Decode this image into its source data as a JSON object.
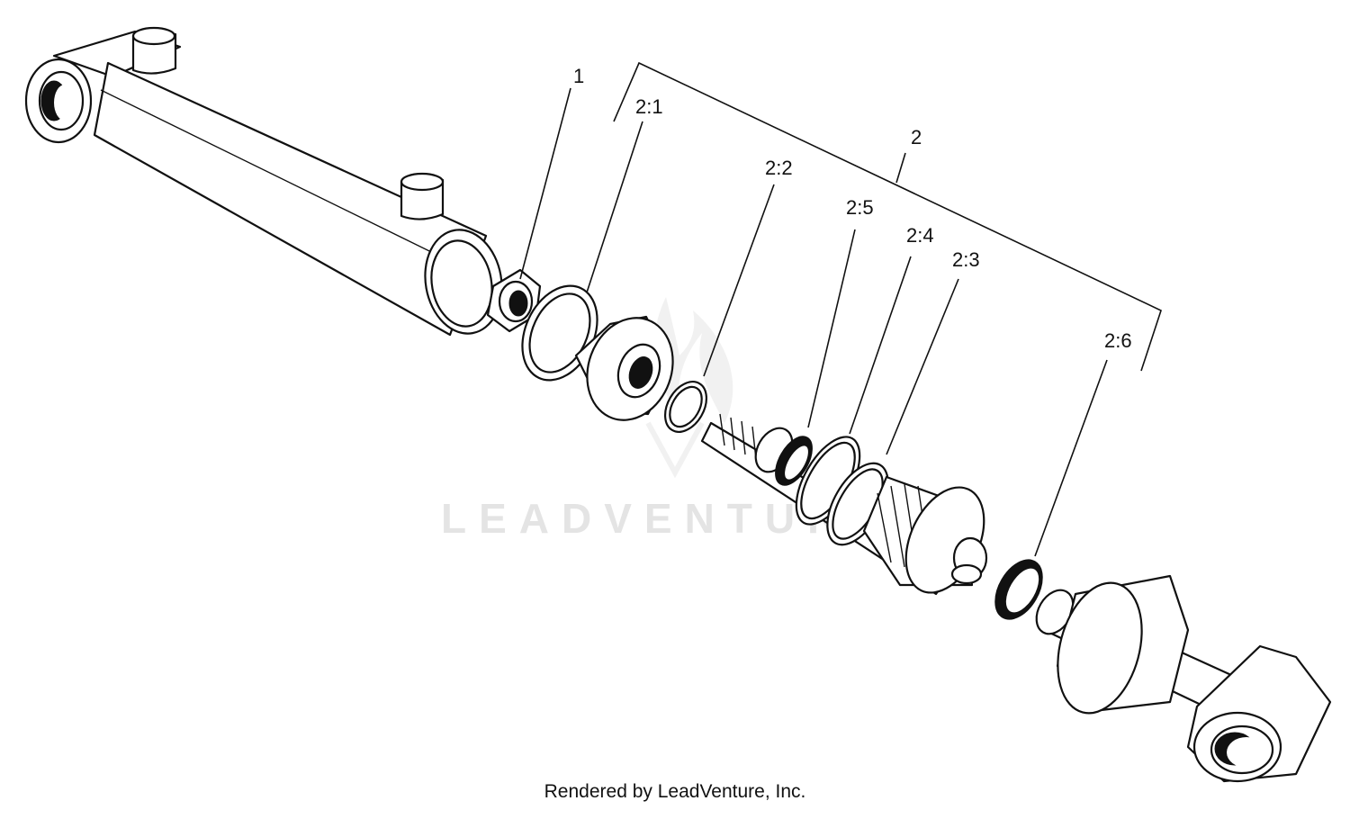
{
  "diagram": {
    "watermark": "LEADVENTURE",
    "credit": "Rendered by LeadVenture, Inc.",
    "callouts": {
      "c1": "1",
      "c2": "2",
      "c2_1": "2:1",
      "c2_2": "2:2",
      "c2_3": "2:3",
      "c2_4": "2:4",
      "c2_5": "2:5",
      "c2_6": "2:6"
    }
  }
}
